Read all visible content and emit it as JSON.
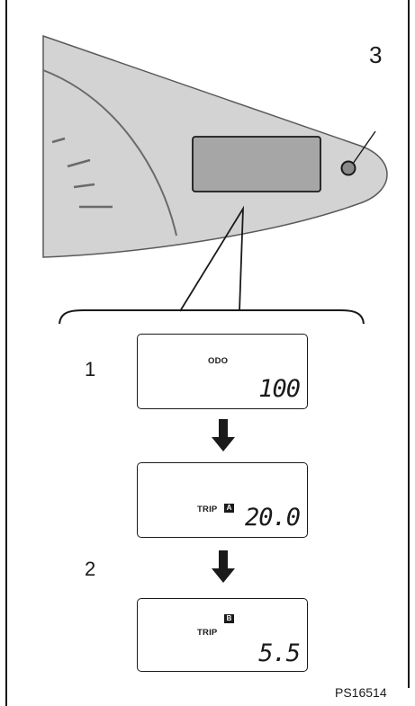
{
  "callouts": {
    "display": "1",
    "reset_button": "2",
    "knob": "3"
  },
  "screens": [
    {
      "mode": "ODO",
      "badge": "",
      "value": "100"
    },
    {
      "mode": "TRIP",
      "badge": "A",
      "value": "20.0"
    },
    {
      "mode": "TRIP",
      "badge": "B",
      "value": "5.5"
    }
  ],
  "figure_code": "PS16514",
  "colors": {
    "panel_fill": "#d3d3d3",
    "display_fill": "#a6a6a6",
    "ink": "#1a1a1a"
  }
}
